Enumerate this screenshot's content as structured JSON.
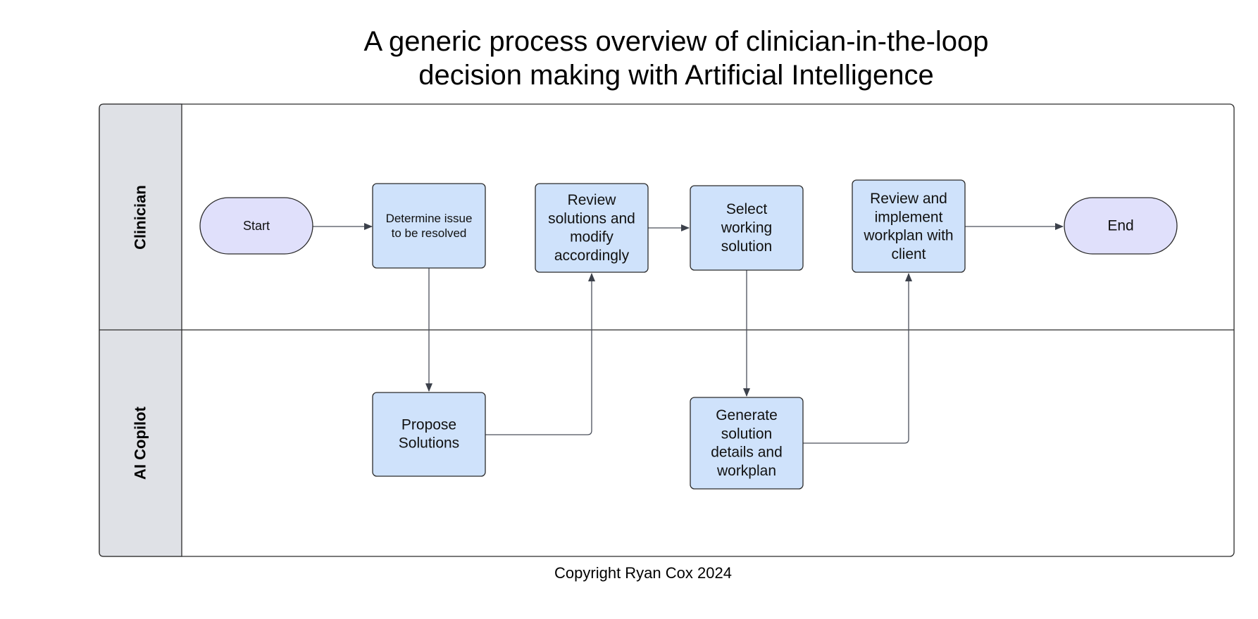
{
  "title": {
    "line1": "A generic process overview of clinician-in-the-loop",
    "line2": "decision making with Artificial Intelligence"
  },
  "lanes": [
    {
      "id": "clinician",
      "label": "Clinician"
    },
    {
      "id": "ai",
      "label": "AI Copilot"
    }
  ],
  "nodes": [
    {
      "id": "start",
      "shape": "terminal",
      "lines": [
        "Start"
      ]
    },
    {
      "id": "determine",
      "shape": "process",
      "lines": [
        "Determine issue",
        "to be resolved"
      ]
    },
    {
      "id": "review",
      "shape": "process",
      "lines": [
        "Review",
        "solutions and",
        "modify",
        "accordingly"
      ]
    },
    {
      "id": "select",
      "shape": "process",
      "lines": [
        "Select",
        "working",
        "solution"
      ]
    },
    {
      "id": "implement",
      "shape": "process",
      "lines": [
        "Review and",
        "implement",
        "workplan with",
        "client"
      ]
    },
    {
      "id": "end",
      "shape": "terminal",
      "lines": [
        "End"
      ]
    },
    {
      "id": "propose",
      "shape": "process",
      "lines": [
        "Propose",
        "Solutions"
      ]
    },
    {
      "id": "generate",
      "shape": "process",
      "lines": [
        "Generate",
        "solution",
        "details and",
        "workplan"
      ]
    }
  ],
  "edges": [
    {
      "from": "start",
      "to": "determine"
    },
    {
      "from": "determine",
      "to": "propose"
    },
    {
      "from": "propose",
      "to": "review"
    },
    {
      "from": "review",
      "to": "select"
    },
    {
      "from": "select",
      "to": "generate"
    },
    {
      "from": "generate",
      "to": "implement"
    },
    {
      "from": "implement",
      "to": "end"
    }
  ],
  "colors": {
    "process_fill": "#cfe2fb",
    "terminal_fill": "#e0e0fb",
    "lane_header_fill": "#dfe1e6",
    "stroke": "#2b2b2b",
    "connector": "#4a4f5a"
  },
  "copyright": "Copyright Ryan Cox 2024"
}
